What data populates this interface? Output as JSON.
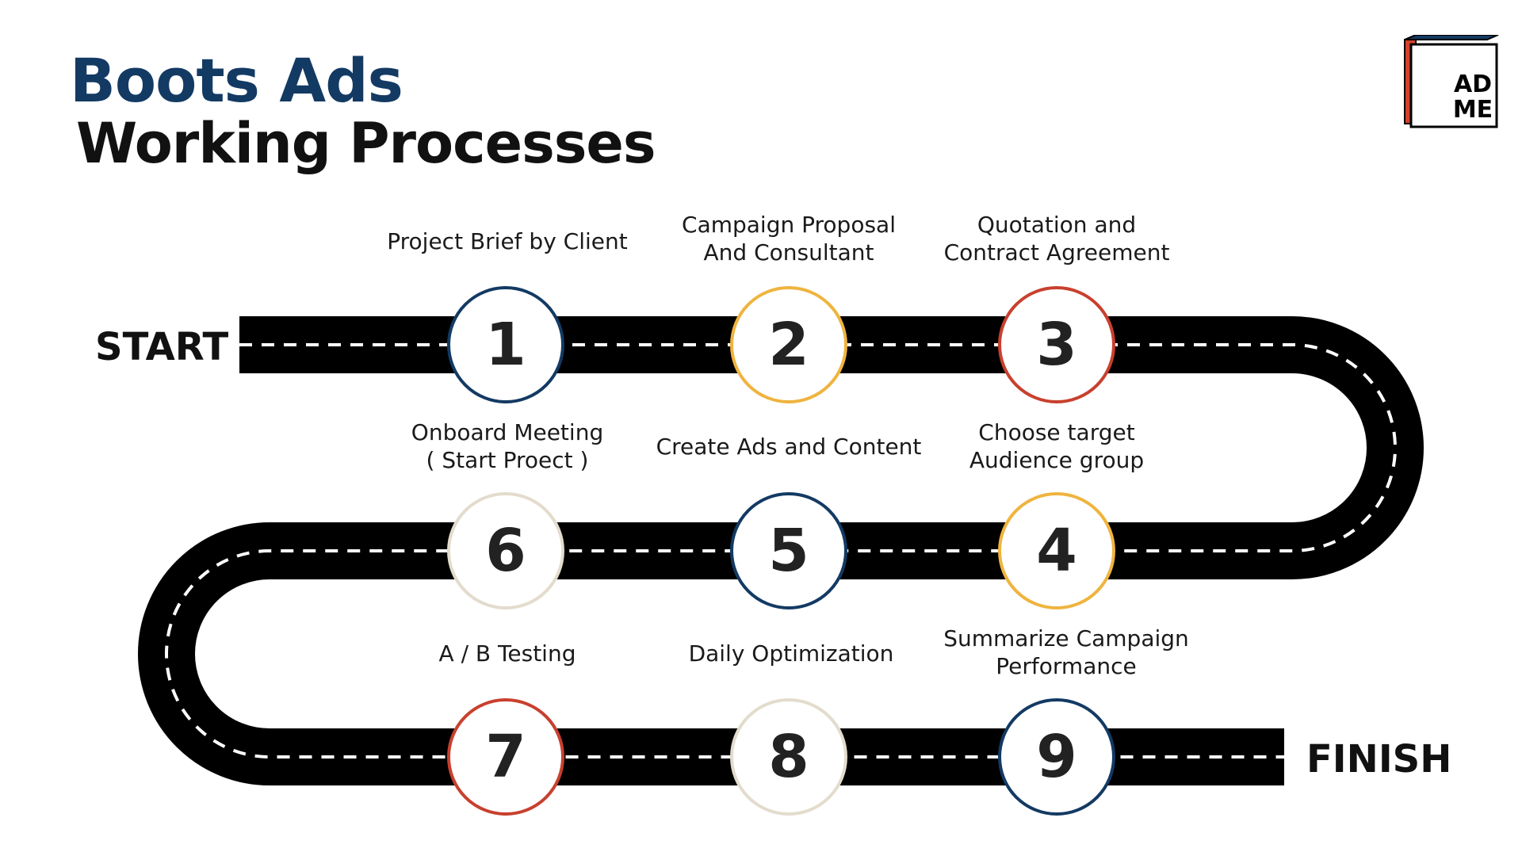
{
  "header": {
    "title_line1": "Boots Ads",
    "title_line2": "Working Processes",
    "title_color": "#133a63"
  },
  "logo": {
    "line1": "AD",
    "line2": "ME",
    "colors": {
      "navy": "#133a63",
      "red": "#d2432b"
    }
  },
  "road": {
    "start_label": "START",
    "finish_label": "FINISH",
    "road_color": "#000000",
    "lane_color": "#ffffff"
  },
  "steps": [
    {
      "number": "1",
      "lines": [
        "Project Brief by Client"
      ],
      "ring_color": "#133a63"
    },
    {
      "number": "2",
      "lines": [
        "Campaign Proposal",
        "And Consultant"
      ],
      "ring_color": "#efb43f"
    },
    {
      "number": "3",
      "lines": [
        "Quotation and",
        "Contract Agreement"
      ],
      "ring_color": "#c8402e"
    },
    {
      "number": "4",
      "lines": [
        "Choose target",
        "Audience group"
      ],
      "ring_color": "#efb43f"
    },
    {
      "number": "5",
      "lines": [
        "Create Ads and Content"
      ],
      "ring_color": "#133a63"
    },
    {
      "number": "6",
      "lines": [
        "Onboard Meeting",
        "( Start Proect )"
      ],
      "ring_color": "#e3dccd"
    },
    {
      "number": "7",
      "lines": [
        "A / B Testing"
      ],
      "ring_color": "#c8402e"
    },
    {
      "number": "8",
      "lines": [
        "Daily Optimization"
      ],
      "ring_color": "#e3dccd"
    },
    {
      "number": "9",
      "lines": [
        "Summarize Campaign",
        "Performance"
      ],
      "ring_color": "#133a63"
    }
  ]
}
